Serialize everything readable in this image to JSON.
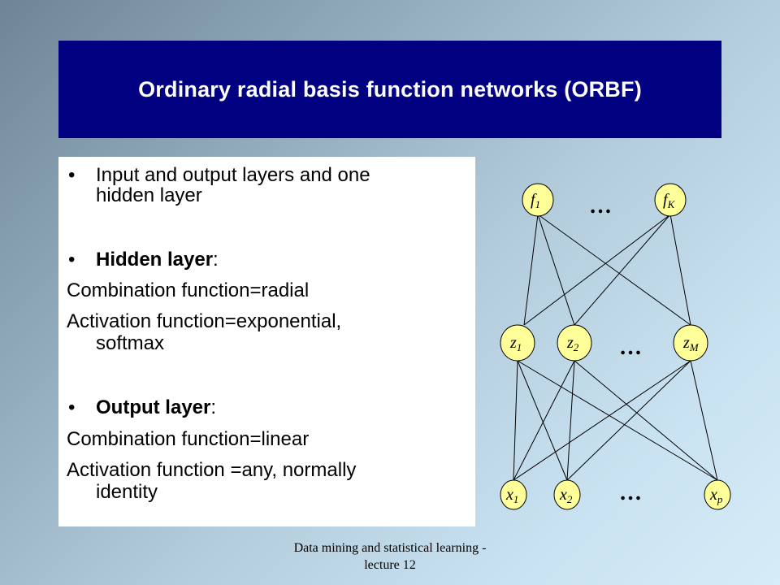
{
  "slide": {
    "title": "Ordinary radial basis function networks (ORBF)",
    "footer_line1": "Data mining and statistical learning -",
    "footer_line2": "lecture 12"
  },
  "content": {
    "b1_line1": "Input and output layers and one",
    "b1_line2": "hidden layer",
    "b2_bold": "Hidden layer",
    "b2_colon": ":",
    "l3": "Combination function=radial",
    "l4_line1": "Activation function=exponential,",
    "l4_line2": "softmax",
    "b3_bold": "Output layer",
    "b3_colon": ":",
    "l6": "Combination function=linear",
    "l7_line1": "Activation function =any, normally",
    "l7_line2": "identity",
    "bullet": "•"
  },
  "diagram": {
    "output_nodes": [
      {
        "base": "f",
        "sub": "1"
      },
      {
        "base": "f",
        "sub": "K"
      }
    ],
    "hidden_nodes": [
      {
        "base": "z",
        "sub": "1"
      },
      {
        "base": "z",
        "sub": "2"
      },
      {
        "base": "z",
        "sub": "M"
      }
    ],
    "input_nodes": [
      {
        "base": "x",
        "sub": "1"
      },
      {
        "base": "x",
        "sub": "2"
      },
      {
        "base": "x",
        "sub": "p"
      }
    ],
    "ellipsis": "…",
    "node_fill": "#ffff99",
    "edge_color": "#000000"
  }
}
